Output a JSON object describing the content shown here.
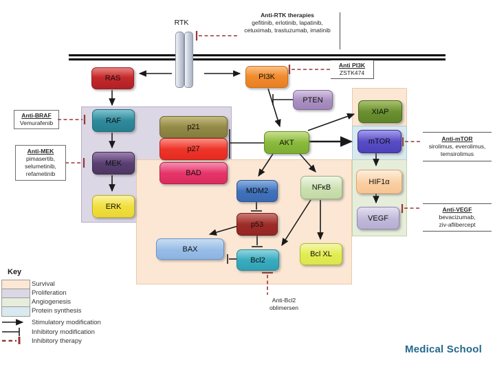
{
  "nodes": {
    "rtk": {
      "label": "RTK"
    },
    "ras": {
      "label": "RAS"
    },
    "pi3k": {
      "label": "PI3K"
    },
    "pten": {
      "label": "PTEN"
    },
    "raf": {
      "label": "RAF"
    },
    "mek": {
      "label": "MEK"
    },
    "erk": {
      "label": "ERK"
    },
    "p21": {
      "label": "p21"
    },
    "p27": {
      "label": "p27"
    },
    "bad": {
      "label": "BAD"
    },
    "akt": {
      "label": "AKT"
    },
    "xiap": {
      "label": "XIAP"
    },
    "mtor": {
      "label": "mTOR"
    },
    "hif1a": {
      "label": "HIF1α"
    },
    "vegf": {
      "label": "VEGF"
    },
    "mdm2": {
      "label": "MDM2"
    },
    "nfkb": {
      "label": "NFκB"
    },
    "p53": {
      "label": "p53"
    },
    "bax": {
      "label": "BAX"
    },
    "bcl2": {
      "label": "Bcl2"
    },
    "bclxl": {
      "label": "Bcl XL"
    }
  },
  "therapies": {
    "anti_rtk": {
      "title": "Anti-RTK therapies",
      "line1": "gefitinib, erlotinib, lapatinib,",
      "line2": "cetuximab, trastuzumab, imatinib"
    },
    "anti_pi3k": {
      "title": "Anti PI3K",
      "line1": "ZSTK474"
    },
    "anti_braf": {
      "title": "Anti-BRAF",
      "line1": "Vemurafenib"
    },
    "anti_mek": {
      "title": "Anti-MEK",
      "line1": "pimasertib,",
      "line2": "selumetinib,",
      "line3": "refametinib"
    },
    "anti_mtor": {
      "title": "Anti-mTOR",
      "line1": "sirolimus, everolimus,",
      "line2": "temsirolimus"
    },
    "anti_vegf": {
      "title": "Anti-VEGF",
      "line1": "bevacizumab,",
      "line2": "ziv-aflibercept"
    },
    "anti_bcl2": {
      "title": "Anti-Bcl2",
      "line1": "oblimersen"
    }
  },
  "key": {
    "title": "Key",
    "swatches": [
      {
        "label": "Survival",
        "color": "#fbe7d4"
      },
      {
        "label": "Proliferation",
        "color": "#dcd7e5"
      },
      {
        "label": "Angiogenesis",
        "color": "#e6eedb"
      },
      {
        "label": "Protein synthesis",
        "color": "#d9e9f0"
      }
    ],
    "symbols": [
      {
        "label": "Stimulatory modification"
      },
      {
        "label": "Inhibitory modification"
      },
      {
        "label": "Inhibitory therapy"
      }
    ]
  },
  "footer": {
    "brand": "Medical School"
  },
  "colors": {
    "therapy_connector": "#953735",
    "stimulatory": "#1a1a1a",
    "brand_text": "#24688c"
  }
}
